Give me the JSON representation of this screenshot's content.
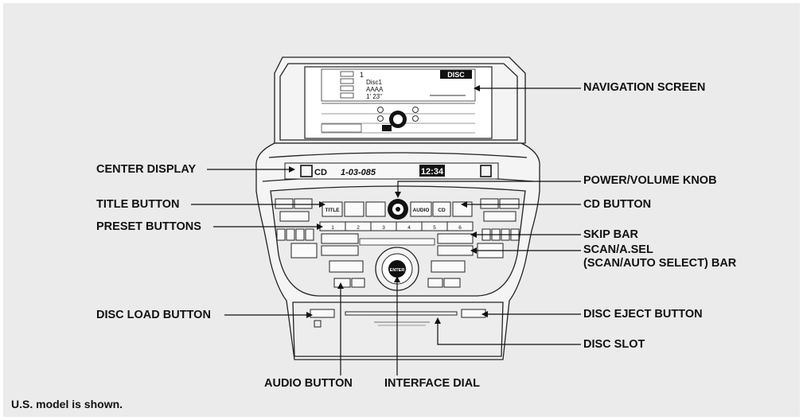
{
  "labels": {
    "navigation_screen": "NAVIGATION SCREEN",
    "center_display": "CENTER DISPLAY",
    "power_volume_knob": "POWER/VOLUME KNOB",
    "title_button": "TITLE BUTTON",
    "cd_button": "CD BUTTON",
    "preset_buttons": "PRESET BUTTONS",
    "skip_bar": "SKIP BAR",
    "scan_asel_line1": "SCAN/A.SEL",
    "scan_asel_line2": "(SCAN/AUTO SELECT) BAR",
    "disc_load_button": "DISC LOAD BUTTON",
    "disc_eject_button": "DISC EJECT BUTTON",
    "disc_slot": "DISC SLOT",
    "audio_button": "AUDIO BUTTON",
    "interface_dial": "INTERFACE DIAL"
  },
  "note": "U.S. model is shown.",
  "screen": {
    "mode": "DISC",
    "track": "1",
    "disc_name": "Disc1",
    "track_title": "AAAA",
    "time": "1' 23\""
  },
  "center_display": {
    "reading": "1-03-085",
    "clock": "12:34"
  },
  "panel": {
    "title_btn": "TITLE",
    "audio_btn": "AUDIO",
    "cd_btn": "CD",
    "enter": "ENTER",
    "presets": [
      "1",
      "2",
      "3",
      "4",
      "5",
      "6"
    ]
  }
}
